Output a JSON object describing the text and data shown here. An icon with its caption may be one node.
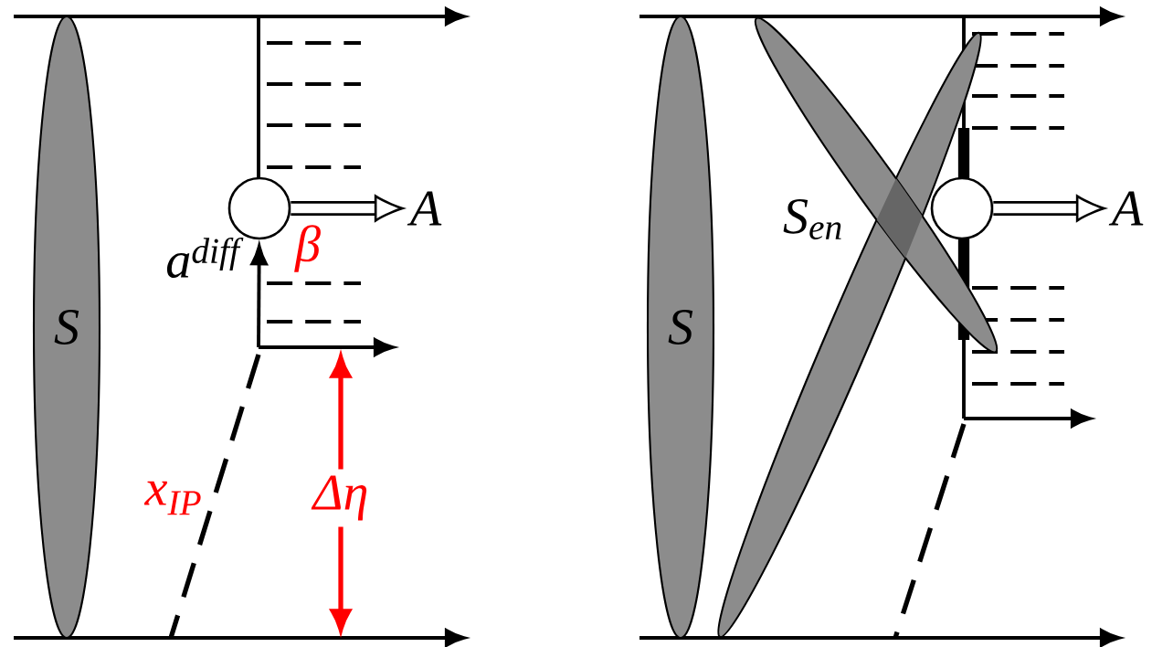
{
  "diagram": {
    "nodes": [
      {
        "text": [
          "S"
        ]
      },
      {
        "text": [],
        "shape": "circle"
      },
      {
        "text": [
          "A"
        ]
      },
      {
        "text": [
          "S"
        ]
      },
      {
        "text": [],
        "shape": "circle"
      },
      {
        "text": [
          "A"
        ]
      }
    ],
    "edges": [
      {
        "from": 1,
        "to": 2,
        "arrow": "to"
      },
      {
        "from": null,
        "to": 1,
        "arrow": "to"
      },
      {
        "from": 4,
        "to": 5,
        "arrow": "to"
      }
    ],
    "labels": [
      "a$^{diff}$",
      "β",
      "x$_{IP}$",
      "Δη",
      "S$_{en}$"
    ]
  }
}
